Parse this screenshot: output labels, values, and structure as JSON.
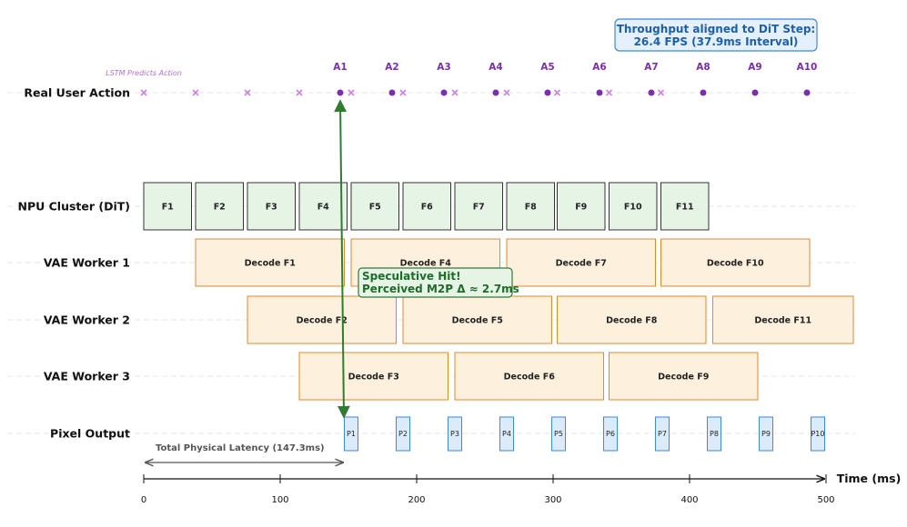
{
  "chart_data": {
    "type": "gantt",
    "xlabel": "Time (ms)",
    "xlim": [
      0,
      520
    ],
    "x_ticks": [
      0,
      100,
      200,
      300,
      400,
      500
    ],
    "rows": [
      {
        "id": "action",
        "label": "Real User Action"
      },
      {
        "id": "npu",
        "label": "NPU Cluster (DiT)"
      },
      {
        "id": "vae1",
        "label": "VAE Worker 1"
      },
      {
        "id": "vae2",
        "label": "VAE Worker 2"
      },
      {
        "id": "vae3",
        "label": "VAE Worker 3"
      },
      {
        "id": "pixel",
        "label": "Pixel Output"
      }
    ],
    "lstm_note": "LSTM Predicts Action",
    "predicted_actions_x": [
      0,
      38,
      76,
      114,
      152,
      190,
      228,
      266,
      303,
      341,
      379
    ],
    "real_actions": [
      {
        "label": "A1",
        "x": 144
      },
      {
        "label": "A2",
        "x": 182
      },
      {
        "label": "A3",
        "x": 220
      },
      {
        "label": "A4",
        "x": 258
      },
      {
        "label": "A5",
        "x": 296
      },
      {
        "label": "A6",
        "x": 334
      },
      {
        "label": "A7",
        "x": 372
      },
      {
        "label": "A8",
        "x": 410
      },
      {
        "label": "A9",
        "x": 448
      },
      {
        "label": "A10",
        "x": 486
      }
    ],
    "npu_frames": [
      {
        "label": "F1",
        "start": 0,
        "end": 35
      },
      {
        "label": "F2",
        "start": 38,
        "end": 73
      },
      {
        "label": "F3",
        "start": 76,
        "end": 111
      },
      {
        "label": "F4",
        "start": 114,
        "end": 149
      },
      {
        "label": "F5",
        "start": 152,
        "end": 187
      },
      {
        "label": "F6",
        "start": 190,
        "end": 225
      },
      {
        "label": "F7",
        "start": 228,
        "end": 263
      },
      {
        "label": "F8",
        "start": 266,
        "end": 301
      },
      {
        "label": "F9",
        "start": 303,
        "end": 338
      },
      {
        "label": "F10",
        "start": 341,
        "end": 376
      },
      {
        "label": "F11",
        "start": 379,
        "end": 414
      }
    ],
    "vae_tasks": {
      "vae1": [
        {
          "label": "Decode F1",
          "start": 38,
          "end": 147
        },
        {
          "label": "Decode F4",
          "start": 152,
          "end": 261
        },
        {
          "label": "Decode F7",
          "start": 266,
          "end": 375
        },
        {
          "label": "Decode F10",
          "start": 379,
          "end": 488
        }
      ],
      "vae2": [
        {
          "label": "Decode F2",
          "start": 76,
          "end": 185
        },
        {
          "label": "Decode F5",
          "start": 190,
          "end": 299
        },
        {
          "label": "Decode F8",
          "start": 303,
          "end": 412
        },
        {
          "label": "Decode F11",
          "start": 417,
          "end": 526
        }
      ],
      "vae3": [
        {
          "label": "Decode F3",
          "start": 114,
          "end": 223
        },
        {
          "label": "Decode F6",
          "start": 228,
          "end": 337
        },
        {
          "label": "Decode F9",
          "start": 341,
          "end": 450
        }
      ]
    },
    "pixel_outputs": [
      {
        "label": "P1",
        "start": 147,
        "end": 157
      },
      {
        "label": "P2",
        "start": 185,
        "end": 195
      },
      {
        "label": "P3",
        "start": 223,
        "end": 233
      },
      {
        "label": "P4",
        "start": 261,
        "end": 271
      },
      {
        "label": "P5",
        "start": 299,
        "end": 309
      },
      {
        "label": "P6",
        "start": 337,
        "end": 347
      },
      {
        "label": "P7",
        "start": 375,
        "end": 385
      },
      {
        "label": "P8",
        "start": 413,
        "end": 423
      },
      {
        "label": "P9",
        "start": 451,
        "end": 461
      },
      {
        "label": "P10",
        "start": 489,
        "end": 499
      }
    ],
    "annotations": {
      "throughput": [
        "Throughput aligned to DiT Step:",
        "26.4 FPS (37.9ms Interval)"
      ],
      "hit": [
        "Speculative Hit!",
        "Perceived M2P Δ ≈ 2.7ms"
      ],
      "latency": {
        "label": "Total Physical Latency (147.3ms)",
        "start": 0,
        "end": 147.3
      },
      "m2p_arrow_x": 147
    },
    "colors": {
      "npu_fill": "#e6f4e6",
      "npu_stroke": "#333333",
      "vae_fill": "#fdf0dc",
      "vae_stroke": "#e08a30",
      "pixel_fill": "#dcebfa",
      "pixel_stroke": "#3d8ad6",
      "action": "#7b2fa8",
      "predicted": "#cc88e0",
      "arrow": "#2e7d32",
      "hit_fill": "#e6f4e6",
      "hit_stroke": "#2e7d32",
      "thr_fill": "#e4f1fc",
      "thr_stroke": "#3d8ad6"
    }
  }
}
